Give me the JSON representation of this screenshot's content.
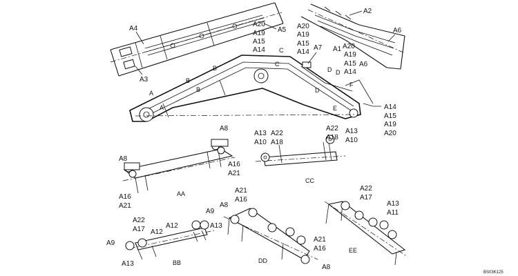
{
  "labels": {
    "a1": "A1",
    "a2": "A2",
    "a3": "A3",
    "a4": "A4",
    "a5": "A5",
    "a6_top": "A6",
    "a6_mid": "A6",
    "a7": "A7",
    "stack_upper_left": [
      "A20",
      "A19",
      "A15",
      "A14"
    ],
    "stack_upper_right": [
      "A20",
      "A19",
      "A15",
      "A14"
    ],
    "stack_upper_mid": [
      "A20",
      "A19",
      "A15",
      "A14"
    ],
    "stack_right": [
      "A14",
      "A15",
      "A19",
      "A20"
    ],
    "aa": {
      "a8": "A8",
      "a16": "A16",
      "a21": "A21",
      "a8b": "A8",
      "a16b": "A16",
      "a21b": "A21",
      "name": "AA"
    },
    "cc": {
      "a13": "A13",
      "a22": "A22",
      "a10": "A10",
      "a18": "A18",
      "a22b": "A22",
      "a13b": "A13",
      "a18b": "A18",
      "a10b": "A10",
      "name": "CC"
    },
    "bb": {
      "a22": "A22",
      "a17": "A17",
      "a12": "A12",
      "a12b": "A12",
      "a9": "A9",
      "a13": "A13",
      "a9b": "A9",
      "a13b": "A13",
      "name": "BB"
    },
    "dd": {
      "a21": "A21",
      "a16": "A16",
      "a8": "A8",
      "a21b": "A21",
      "a16b": "A16",
      "a8b": "A8",
      "name": "DD"
    },
    "ee": {
      "a22": "A22",
      "a17": "A17",
      "a13": "A13",
      "a11": "A11",
      "name": "EE"
    },
    "view_marks": {
      "a": "A",
      "b": "B",
      "c": "C",
      "d": "D",
      "e": "E",
      "f": "F"
    },
    "drawing_code": "BS03K125"
  }
}
